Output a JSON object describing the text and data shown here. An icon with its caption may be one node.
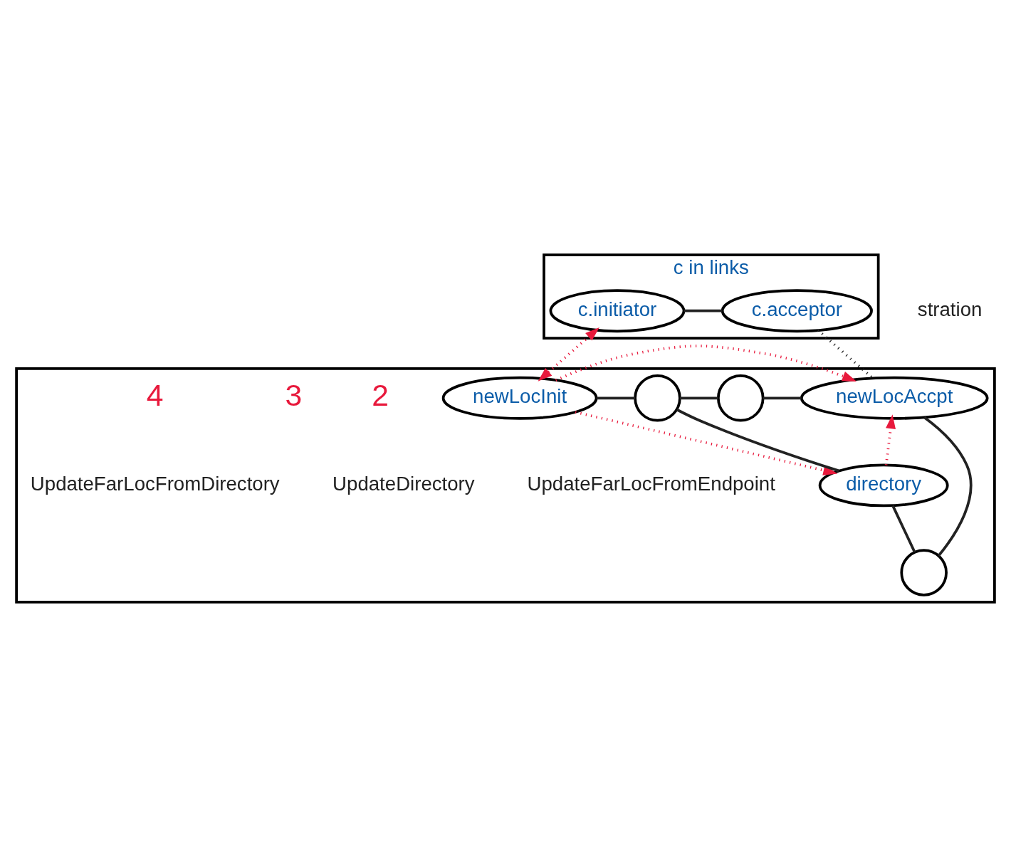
{
  "diagram": {
    "nodes": [
      {
        "text": [
          "c in links"
        ]
      },
      {
        "text": [
          "c.initiator"
        ],
        "in": 0
      },
      {
        "text": [
          "c.acceptor"
        ],
        "in": 0
      },
      {
        "text": [],
        "shape": "box"
      },
      {
        "text": [
          "newLocInit"
        ],
        "in": 3
      },
      {
        "text": [],
        "shape": "circle",
        "in": 3
      },
      {
        "text": [],
        "shape": "circle",
        "in": 3
      },
      {
        "text": [
          "newLocAccpt"
        ],
        "in": 3
      },
      {
        "text": [],
        "shape": "circle",
        "in": 3
      },
      {
        "text": [
          "directory"
        ],
        "in": 3
      }
    ],
    "edges": [
      {
        "from": 1,
        "to": 2,
        "arrow": "none"
      },
      {
        "from": 1,
        "to": 4,
        "arrow": "both",
        "style": "dashed",
        "color": "#e8193c"
      },
      {
        "from": 2,
        "to": 7,
        "arrow": "none",
        "style": "dashed"
      },
      {
        "from": 4,
        "to": 5,
        "arrow": "none"
      },
      {
        "from": 5,
        "to": 6,
        "arrow": "none"
      },
      {
        "from": 6,
        "to": 7,
        "arrow": "none"
      },
      {
        "from": 5,
        "to": 9,
        "arrow": "none"
      },
      {
        "from": 9,
        "to": 8,
        "arrow": "none"
      },
      {
        "from": 8,
        "to": 7,
        "arrow": "none"
      },
      {
        "from": 4,
        "to": 7,
        "arrow": "to",
        "style": "dashed",
        "color": "#e8193c"
      },
      {
        "from": 4,
        "to": 9,
        "arrow": "to",
        "style": "dashed",
        "color": "#e8193c"
      },
      {
        "from": 9,
        "to": 7,
        "arrow": "to",
        "style": "dashed",
        "color": "#e8193c"
      }
    ],
    "labels": [
      "stration",
      "2",
      "UpdateFarLocFromEndpoint",
      "3",
      "UpdateDirectory",
      "4",
      "UpdateFarLocFromDirectory"
    ]
  }
}
